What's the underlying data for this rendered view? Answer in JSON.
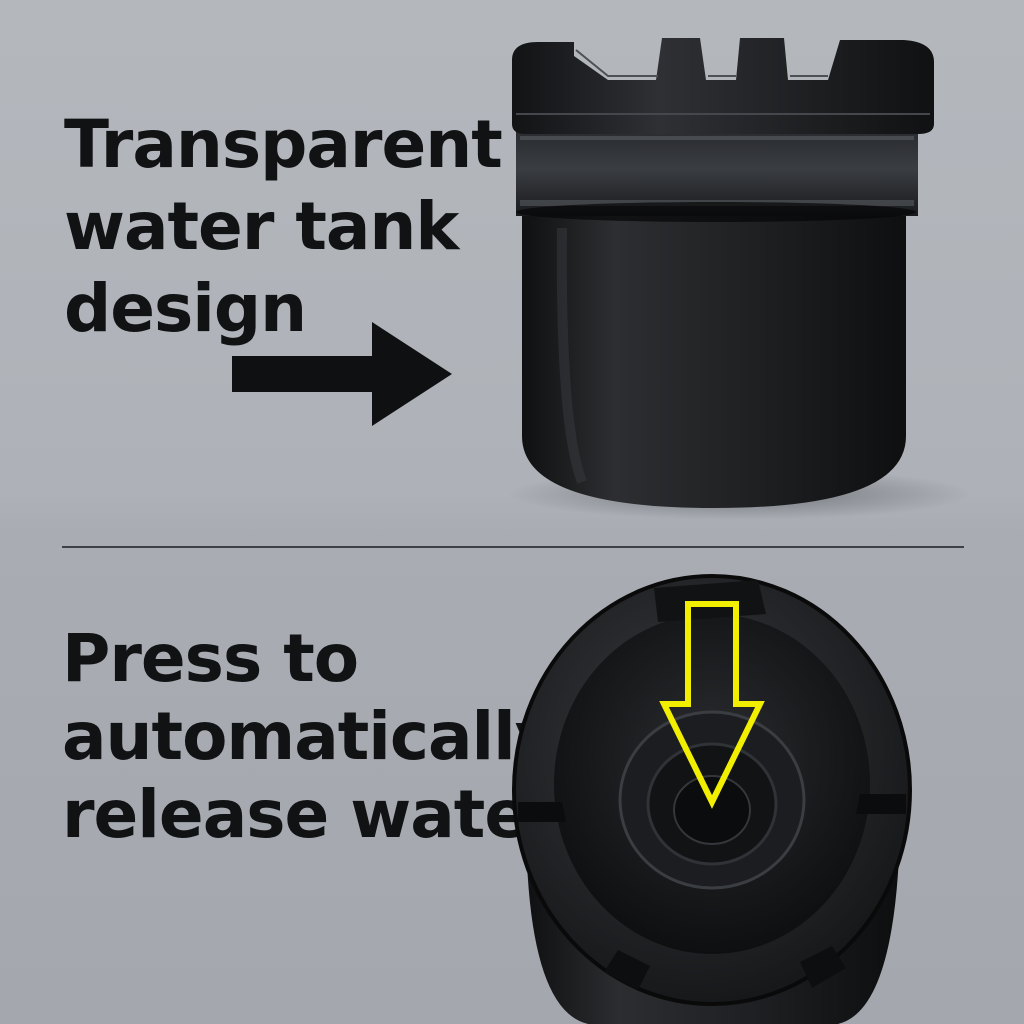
{
  "feature_top": {
    "lines": [
      "Transparent",
      "water tank",
      "design"
    ]
  },
  "feature_bottom": {
    "lines": [
      "Press to",
      "automatically",
      "release water"
    ]
  },
  "icons": {
    "pointer": "arrow-right-icon",
    "press_indicator": "arrow-down-icon"
  },
  "colors": {
    "background": "#aeb2b8",
    "text": "#111214",
    "product": "#17181a",
    "highlight": "#f2ee00"
  }
}
